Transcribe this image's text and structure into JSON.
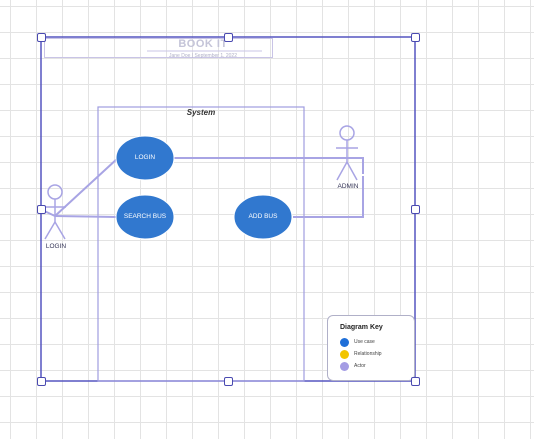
{
  "diagram": {
    "title": "BOOK IT",
    "subtitle": "Jane Doe  |  September 1, 2022",
    "system_label": "System",
    "use_cases": [
      {
        "id": "login",
        "label": "LOGIN"
      },
      {
        "id": "search",
        "label": "SEARCH BUS"
      },
      {
        "id": "add",
        "label": "ADD BUS"
      }
    ],
    "actors": [
      {
        "id": "user",
        "label": "LOGIN"
      },
      {
        "id": "admin",
        "label": "ADMIN"
      }
    ],
    "key": {
      "title": "Diagram Key",
      "items": [
        {
          "label": "Use case",
          "color": "#1f6fd8"
        },
        {
          "label": "Relationship",
          "color": "#f2c500"
        },
        {
          "label": "Actor",
          "color": "#a49ce4"
        }
      ]
    },
    "colors": {
      "use_case_fill": "#3178cf",
      "stroke": "#9f9ce0",
      "selection": "#5555c0",
      "grid": "#e3e3e3"
    }
  }
}
